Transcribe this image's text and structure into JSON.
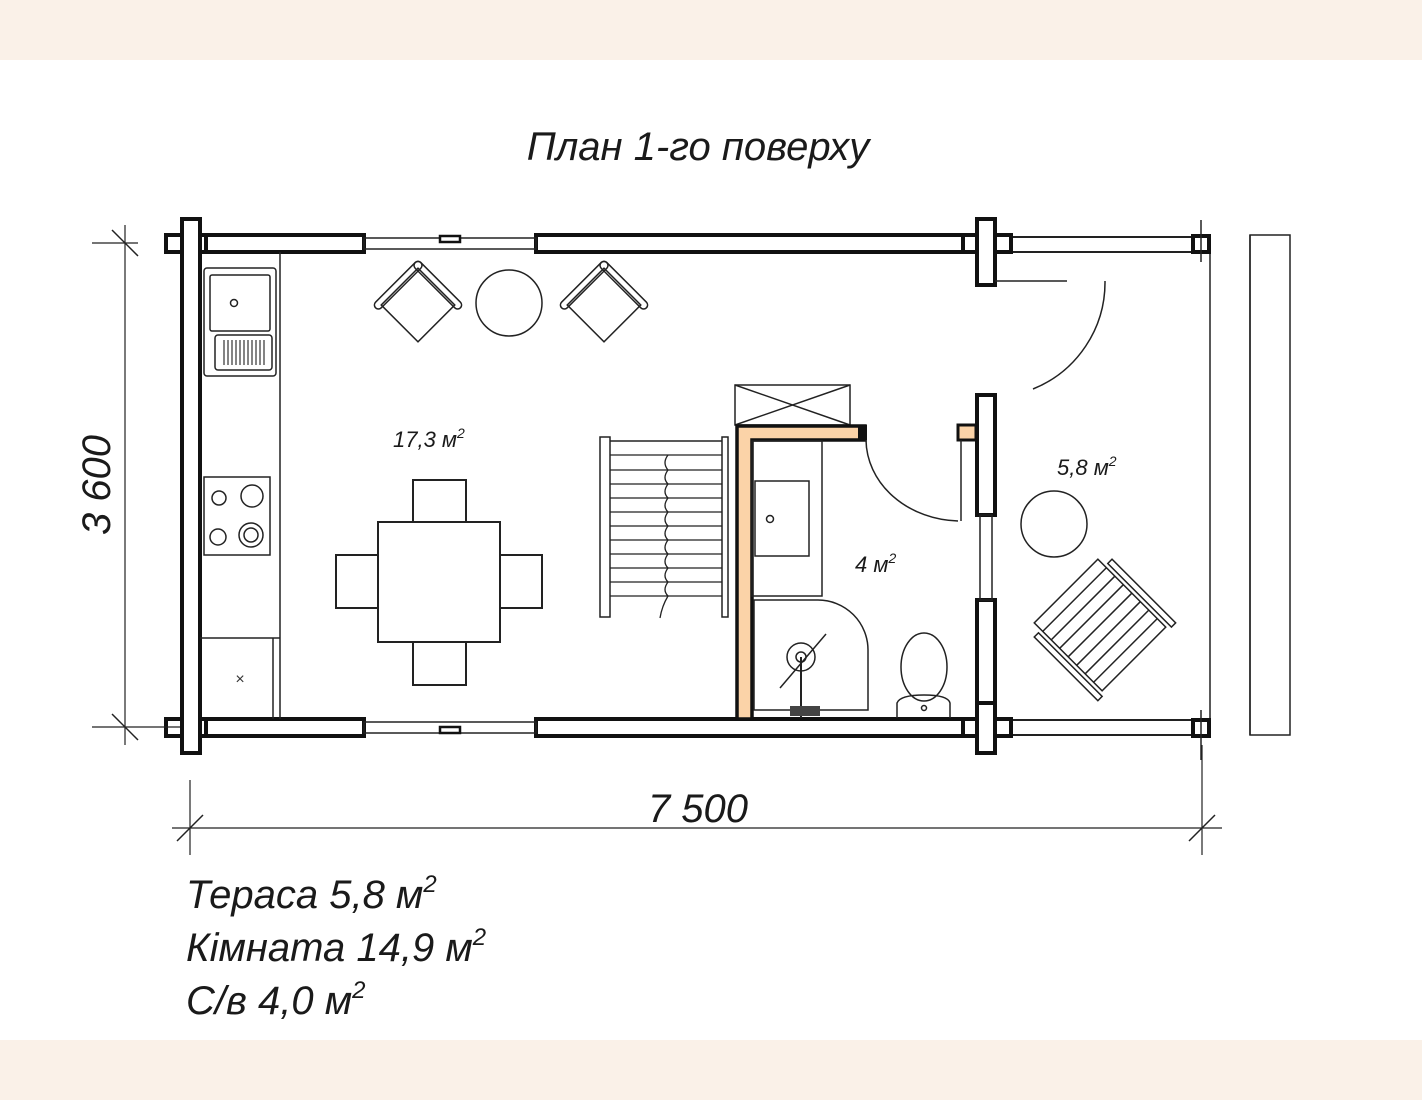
{
  "title": "План 1-го поверху",
  "dimensions": {
    "height": "3 600",
    "width": "7 500"
  },
  "rooms": [
    {
      "area": "17,3 м",
      "sup": "2"
    },
    {
      "area": "4 м",
      "sup": "2"
    },
    {
      "area": "5,8 м",
      "sup": "2"
    }
  ],
  "legend": [
    {
      "label": "Тераса 5,8 м",
      "sup": "2"
    },
    {
      "label": "Кімната 14,9 м",
      "sup": "2"
    },
    {
      "label": "С/в 4,0 м",
      "sup": "2"
    }
  ],
  "colors": {
    "band": "#faf1e8",
    "partition": "#fbd3a8",
    "line": "#111111"
  }
}
